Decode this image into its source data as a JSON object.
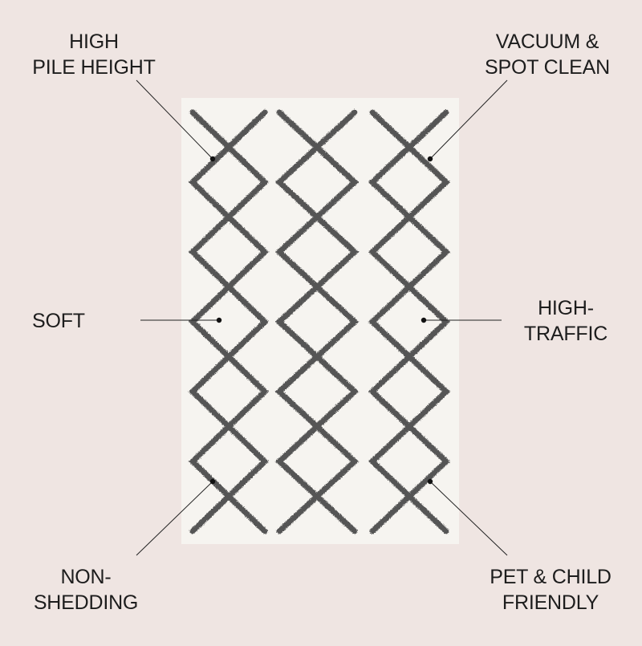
{
  "background_color": "#efe5e2",
  "rug": {
    "base_color": "#f6f4f0",
    "pattern_color": "#555555",
    "pattern": "diamond-lattice-three-columns"
  },
  "callouts": [
    {
      "id": "pile",
      "lines": [
        "HIGH",
        "PILE HEIGHT"
      ]
    },
    {
      "id": "clean",
      "lines": [
        "VACUUM &",
        "SPOT CLEAN"
      ]
    },
    {
      "id": "soft",
      "lines": [
        "SOFT"
      ]
    },
    {
      "id": "traffic",
      "lines": [
        "HIGH-",
        "TRAFFIC"
      ]
    },
    {
      "id": "shedding",
      "lines": [
        "NON-",
        "SHEDDING"
      ]
    },
    {
      "id": "pet",
      "lines": [
        "PET & CHILD",
        "FRIENDLY"
      ]
    }
  ]
}
